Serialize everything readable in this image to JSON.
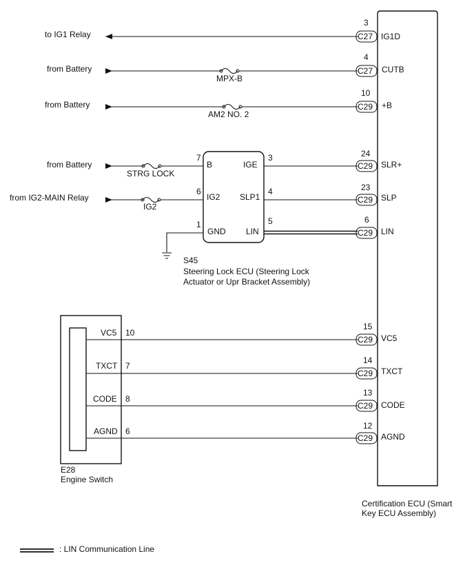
{
  "ecu": {
    "name_line1": "Certification ECU (Smart",
    "name_line2": "Key ECU Assembly)"
  },
  "external_lines": [
    {
      "label": "to IG1 Relay",
      "fuse": "",
      "pin": "3",
      "connector": "C27",
      "terminal": "IG1D",
      "direction": "out"
    },
    {
      "label": "from Battery",
      "fuse": "MPX-B",
      "pin": "4",
      "connector": "C27",
      "terminal": "CUTB",
      "direction": "in"
    },
    {
      "label": "from Battery",
      "fuse": "AM2 NO. 2",
      "pin": "10",
      "connector": "C29",
      "terminal": "+B",
      "direction": "in"
    }
  ],
  "steering_lock_ecu": {
    "code": "S45",
    "name_line1": "Steering Lock ECU (Steering Lock",
    "name_line2": "Actuator or Upr Bracket Assembly)",
    "inputs": [
      {
        "label": "from Battery",
        "fuse": "STRG LOCK",
        "pin": "7",
        "terminal": "B"
      },
      {
        "label": "from IG2-MAIN Relay",
        "fuse": "IG2",
        "pin": "6",
        "terminal": "IG2"
      }
    ],
    "ground": {
      "pin": "1",
      "terminal": "GND"
    },
    "outputs": [
      {
        "terminal": "IGE",
        "pin": "3",
        "ecu_pin": "24",
        "connector": "C29",
        "ecu_terminal": "SLR+",
        "lin": false
      },
      {
        "terminal": "SLP1",
        "pin": "4",
        "ecu_pin": "23",
        "connector": "C29",
        "ecu_terminal": "SLP",
        "lin": false
      },
      {
        "terminal": "LIN",
        "pin": "5",
        "ecu_pin": "6",
        "connector": "C29",
        "ecu_terminal": "LIN",
        "lin": true
      }
    ]
  },
  "engine_switch": {
    "code": "E28",
    "name": "Engine Switch",
    "lines": [
      {
        "terminal": "VC5",
        "pin": "10",
        "ecu_pin": "15",
        "connector": "C29",
        "ecu_terminal": "VC5"
      },
      {
        "terminal": "TXCT",
        "pin": "7",
        "ecu_pin": "14",
        "connector": "C29",
        "ecu_terminal": "TXCT"
      },
      {
        "terminal": "CODE",
        "pin": "8",
        "ecu_pin": "13",
        "connector": "C29",
        "ecu_terminal": "CODE"
      },
      {
        "terminal": "AGND",
        "pin": "6",
        "ecu_pin": "12",
        "connector": "C29",
        "ecu_terminal": "AGND"
      }
    ]
  },
  "legend": {
    "text": ": LIN Communication Line"
  }
}
